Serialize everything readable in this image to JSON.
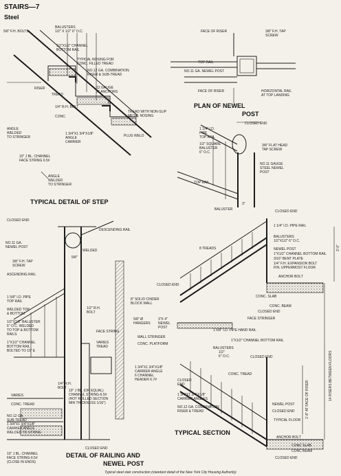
{
  "header": {
    "section": "STAIRS—7",
    "subsection": "Steel"
  },
  "titles": {
    "step": "TYPICAL DETAIL OF STEP",
    "newel_plan_1": "PLAN OF NEWEL",
    "newel_plan_2": "POST",
    "railing_1": "DETAIL OF RAILING AND",
    "railing_2": "NEWEL POST",
    "section": "TYPICAL SECTION"
  },
  "caption": "Typical steel stair construction (standard detail of the New York City Housing Authority)",
  "step_labels": {
    "fh_bolts": "5/8\" F.H. BOLTS",
    "balusters": "BALUSTERS",
    "baluster_size": "1/2\" X 1/2\" 6\" O.C.",
    "channel_bottom": "1/2\"X1/2\" CHANNEL",
    "bottom_rail": "BOTTOM RAIL",
    "nosing_1": "TYPICAL NOSING FOR",
    "nosing_2": "CONC. FILLED TREAD",
    "combo_1": "NO.12 GA. COMBINATION",
    "combo_2": "RISER & SUB-TREAD",
    "gauge_1": "12 GAUGE",
    "gauge_2": "X\" ANCHORS",
    "tread": "TREAD",
    "riser": "RISER",
    "rh_bolt": "1/4\" R.H. BOLT",
    "conc": "CONC.",
    "slip_1": "TREAD WITH NON-SLIP",
    "slip_2": "METAL NOSING",
    "angle_1": "ANGLE",
    "angle_2": "WELDED",
    "angle_3": "TO STRINGER",
    "carrier_1": "1 3/4\"X1 3/4\"X1/8\"",
    "carrier_2": "ANGLE",
    "carrier_3": "CARRIER",
    "plug_weld": "PLUG WELD",
    "channel_1": "10\" J BL. CHANNEL",
    "channel_2": "FACE STRING 6.5#",
    "angle_w_1": "ANGLE",
    "angle_w_2": "WELDED",
    "angle_w_3": "TO STRINGER"
  },
  "newel_labels": {
    "face_riser_top": "FACE OF RISER",
    "tap_screw_1": "3/8\" F.H. TAP",
    "tap_screw_2": "SCREW",
    "top_rail": "TOP RAIL",
    "newel_post": "NO.11 GA. NEWEL POST",
    "face_riser_bottom": "FACE OF RISER",
    "horiz_1": "HORIZONTAL RAIL",
    "horiz_2": "AT TOP LANDING",
    "closed_end": "CLOSED END",
    "pipe_1": "1 1/4\" I.D.",
    "pipe_2": "PIPE",
    "pipe_3": "TOP RAIL",
    "sq_1": "1/2\" SQUARE",
    "sq_2": "BALUSTER",
    "sq_3": "6\" O.C.",
    "flat_1": "3/8\" FLAT HEAD",
    "flat_2": "TAP SCREW",
    "steel_1": "NO.11 GAUGE",
    "steel_2": "STEEL NEWEL",
    "steel_3": "POST",
    "top_rail_2": "TOP RAIL",
    "baluster": "BALUSTER",
    "dim_3": "3\""
  },
  "railing_labels": {
    "closed_end": "CLOSED END",
    "descending": "DESCENDING RAIL",
    "ga_1": "NO.11 GA.",
    "ga_2": "NEWEL POST",
    "welded": "WELDED",
    "tap_1": "3/8\" F.H. TAP",
    "tap_2": "SCREW",
    "ascending": "ASCENDING RAIL",
    "pipe_1": "1 5/8\" I.D. PIPE",
    "pipe_2": "TOP RAIL",
    "weld_1": "WELDED TOP",
    "weld_2": "& BOTTOM",
    "bal_1": "1/2\"X1/2\" BALUSTER",
    "bal_2": "6\" O.C. WELDED",
    "bal_3": "TO TOP & BOTTOM",
    "bal_4": "RAILS",
    "ch_1": "1\"X1/2\" CHANNEL",
    "ch_2": "BOTTOM RAIL",
    "ch_3": "BOLTED TO 10\" E",
    "rh_1": "1/2\" R.H.",
    "rh_2": "BOLT",
    "face_string": "FACE STRING",
    "varies_1": "VARIES",
    "varies_2": "TREAD",
    "rh_3": "1/4\" R.H.",
    "rh_4": "BOLT",
    "varies_3": "VARIES",
    "conc_tread": "CONC. TREAD",
    "j_1": "10\" J BL. (OR EQUAL)",
    "j_2": "CHANNEL STRING-6.5#",
    "j_3": "(HOT ROLLED SECTION",
    "j_4": "MIN THICKNESS 1/16\")",
    "sub_1": "NO.12 GA.",
    "sub_2": "SUB-TREAD",
    "sub_3": "1 3/4\"X1 3/4\"X1/8\"",
    "sub_4": "CARRIER ANGLE",
    "sub_5": "WELDED TO STRING",
    "fs_1": "10\" J BL. CHANNEL",
    "fs_2": "FACE STRING-6.5#",
    "fs_3": "(CLOSE IN ENDS)",
    "closed_end_2": "CLOSED END",
    "dim_58": "5/8\""
  },
  "section_labels": {
    "closed_end": "CLOSED END",
    "pipe_rail": "1 1/4\" I.D. PIPE RAIL",
    "bal_1": "BALUSTERS",
    "bal_2": "1/2\"X1/2\" 6\" O.C.",
    "newel": "NEWEL POST",
    "chan": "1\"X1/2\" CHANNEL BOTTOM RAIL",
    "bent": "3/16\" BENT PLATE",
    "exp_1": "1/4\" F.H. EXPANSION BOLT",
    "exp_2": "FIN. UPPERMOST FLOOR",
    "anchor": "ANCHOR BOLT",
    "treads": "8 TREADS",
    "closed_end_2": "CLOSED END",
    "cinder_1": "8\" SOLID CINDER",
    "cinder_2": "BLOCK WALL",
    "conc_slab": "CONC. SLAB",
    "conc_beam": "CONC. BEAM",
    "closed_end_3": "CLOSED END",
    "face_stringer": "FACE STRINGER",
    "hangers_1": "5/8\" Ø",
    "hangers_2": "HANGERS",
    "newel_1": "3\"X 4\"",
    "newel_2": "NEWEL",
    "newel_3": "POST",
    "pipe_hand": "1 5/8\" I.D. PIPE HAND RAIL",
    "wall_1": "WALL STRINGER",
    "wall_2": "CONC. PLATFORM",
    "chan_bottom": "1\"X1/2\" CHANNEL BOTTOM RAIL",
    "bal_3": "BALUSTERS",
    "bal_4": "1/2\"",
    "bal_5": "6\" O.C.",
    "closed_end_4": "CLOSED END",
    "conc_tread": "CONC. TREAD",
    "carr_1": "1 3/4\"X1 3/4\"X1/8\"",
    "carr_2": "CARRIER ANGLE",
    "carr_3": "6 CHANNEL",
    "carr_4": "HEADER 6.7#",
    "ce_5": "CLOSED",
    "ce_6": "END",
    "ca_1": "1 3/4\"X1 3/4\"X1/8\"",
    "ca_2": "CARRIER ANGLES",
    "ca_3": "NO.12 GA. COMBINATION",
    "ca_4": "RISER & TREAD",
    "newel_post": "NEWEL POST",
    "closed_end_5": "CLOSED END",
    "typ_floor": "TYPICAL FLOOR",
    "anchor_2": "ANCHOR BOLT",
    "conc_slab_2": "CONC SLAB",
    "conc_beam_2": "CONC BEAM",
    "closed_end_6": "CLOSED END",
    "risers": "14 RISERS BETWEEN FLOORS",
    "face_riser": "1'-8\" AT FACE OF RISER",
    "dim_top": "3'-0\""
  }
}
